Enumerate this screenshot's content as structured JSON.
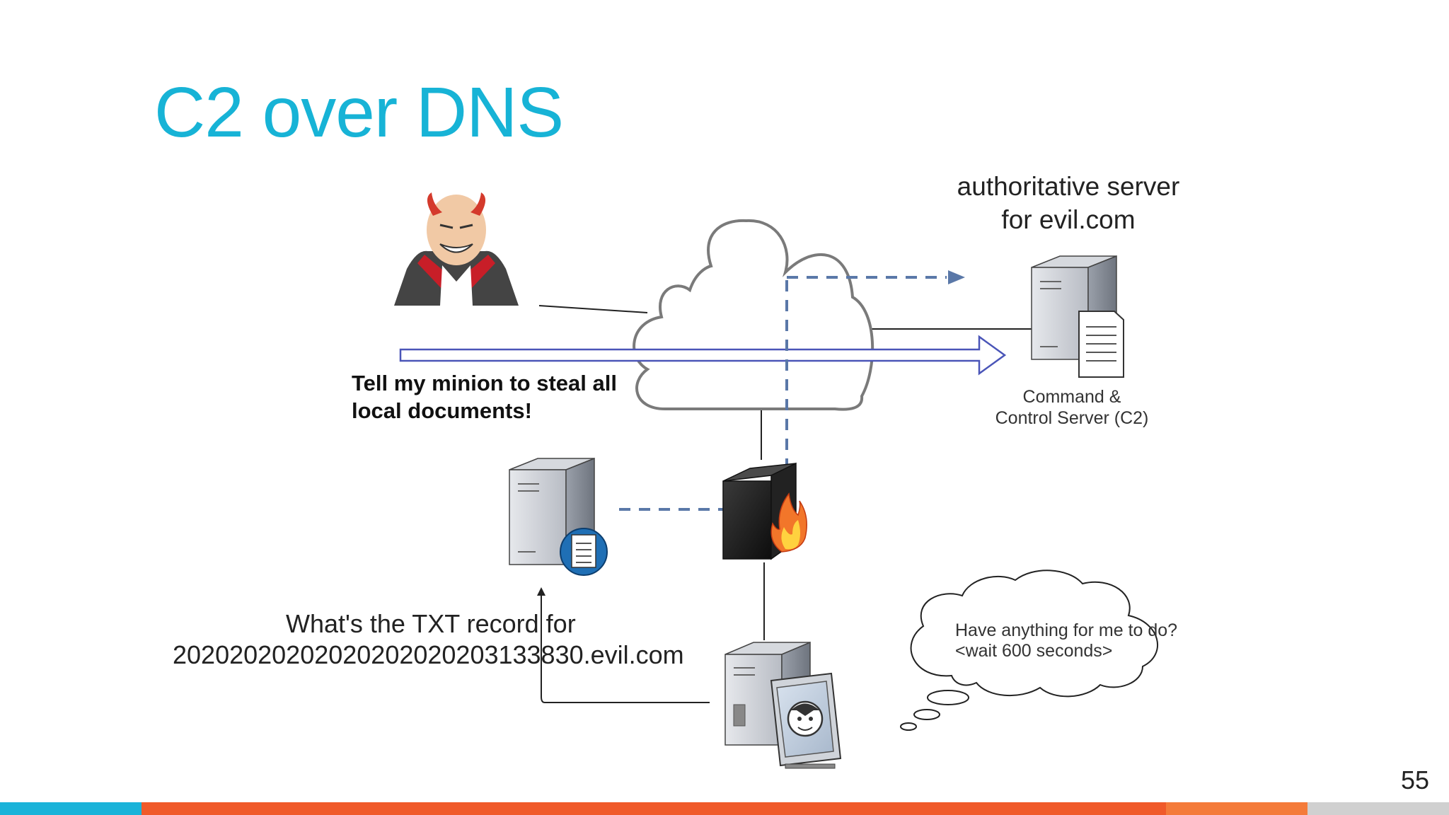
{
  "slide": {
    "title": "C2 over DNS",
    "page_number": "55"
  },
  "diagram": {
    "authoritative_label_line1": "authoritative server",
    "authoritative_label_line2": "for evil.com",
    "c2_label_line1": "Command &",
    "c2_label_line2": "Control Server (C2)",
    "attacker_message_line1": "Tell my minion to steal all",
    "attacker_message_line2": "local documents!",
    "dns_query_line1": "What's the TXT record for",
    "dns_query_line2": "20202020202020202020203133830.evil.com",
    "thought_line1": "Have anything for me to do?",
    "thought_line2": "<wait 600 seconds>",
    "icons": [
      "devil-attacker-icon",
      "internet-cloud-icon",
      "c2-server-icon",
      "dns-resolver-server-icon",
      "firewall-icon",
      "infected-workstation-icon",
      "thought-bubble-icon"
    ]
  },
  "colors": {
    "title": "#17b3d6",
    "message_arrow": "#4a55b8",
    "dns_path": "#5a78a8",
    "footer_bar": [
      "#1ab3d9",
      "#f05a2a",
      "#f47b3a",
      "#d0d0d0"
    ]
  }
}
